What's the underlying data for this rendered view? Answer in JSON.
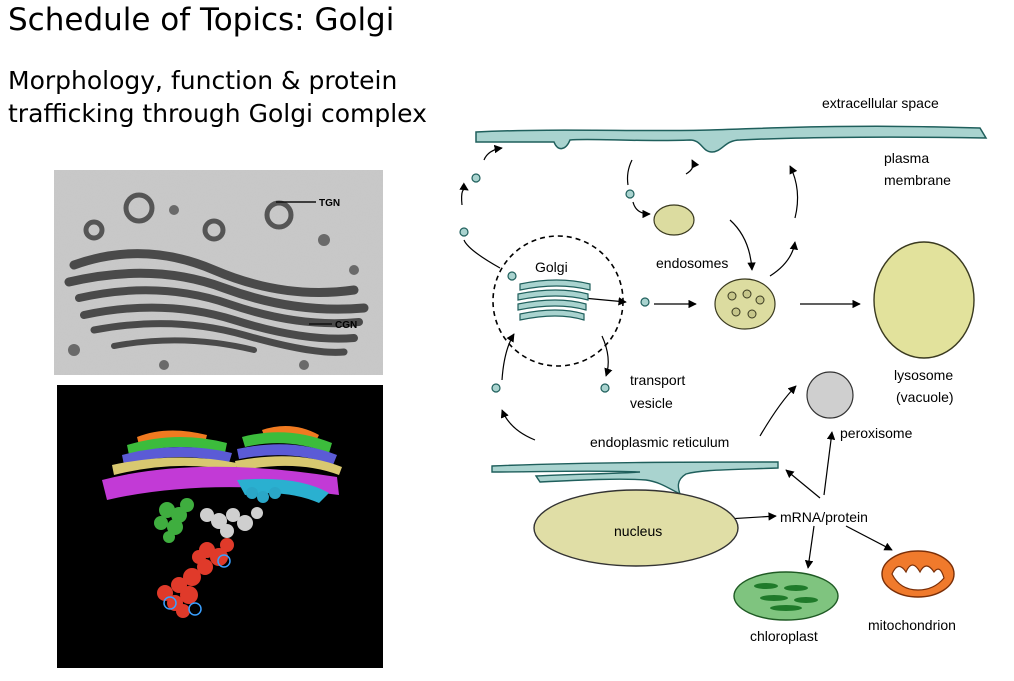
{
  "slide": {
    "title": "Schedule of Topics: Golgi",
    "subtitle_lines": [
      "Morphology, function & protein",
      "trafficking through Golgi complex"
    ]
  },
  "em_image": {
    "label_tgn": "TGN",
    "label_cgn": "CGN"
  },
  "diagram": {
    "labels": {
      "extracellular_space": "extracellular space",
      "plasma_membrane_1": "plasma",
      "plasma_membrane_2": "membrane",
      "golgi": "Golgi",
      "endosomes": "endosomes",
      "lysosome_1": "lysosome",
      "lysosome_2": "(vacuole)",
      "transport_vesicle_1": "transport",
      "transport_vesicle_2": "vesicle",
      "peroxisome": "peroxisome",
      "endoplasmic_reticulum": "endoplasmic reticulum",
      "nucleus": "nucleus",
      "mrna_protein": "mRNA/protein",
      "chloroplast": "chloroplast",
      "mitochondrion": "mitochondrion"
    },
    "colors": {
      "membrane_fill": "#a9d3cf",
      "membrane_stroke": "#1f5f5c",
      "organelle_fill": "#dcdca0",
      "nucleus_fill": "#e0dea6",
      "peroxisome_fill": "#cfcfcf",
      "chloroplast_fill": "#7fc47f",
      "chloroplast_inner": "#1f7a2a",
      "mitochondrion_fill": "#f07a2c"
    }
  }
}
